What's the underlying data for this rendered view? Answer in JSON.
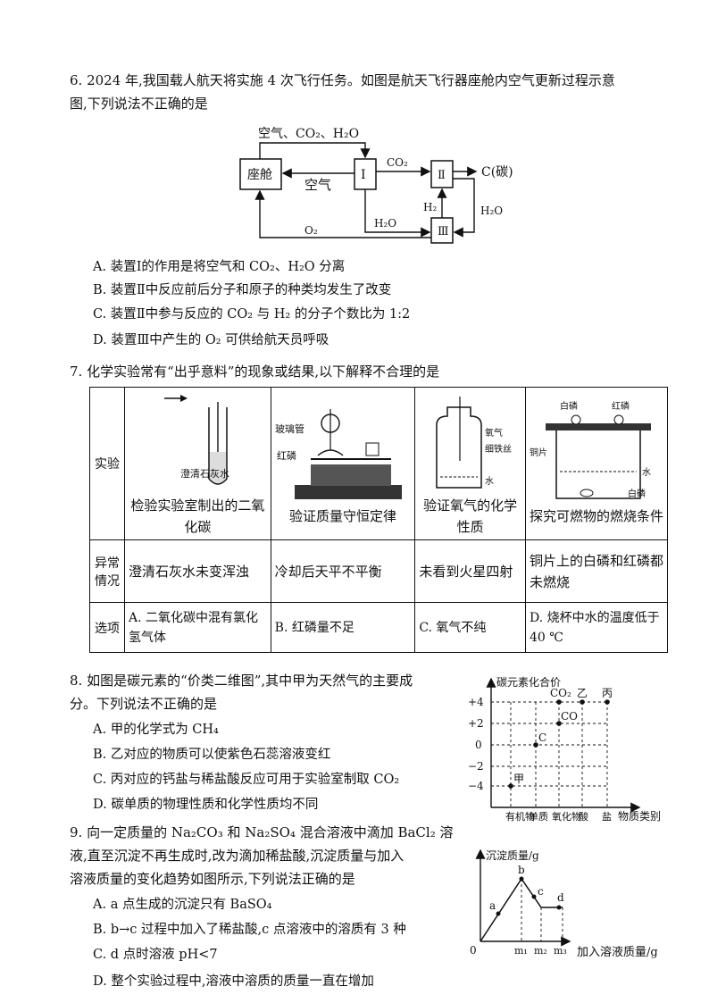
{
  "q6": {
    "stem_line1": "6. 2024 年,我国载人航天将实施 4 次飞行任务。如图是航天飞行器座舱内空气更新过程示意",
    "stem_line2": "图,下列说法不正确的是",
    "diagram": {
      "top_label": "空气、CO₂、H₂O",
      "cabin": "座舱",
      "device1": "Ⅰ",
      "device2": "Ⅱ",
      "device3": "Ⅲ",
      "air": "空气",
      "co2": "CO₂",
      "carbon": "C(碳)",
      "h2": "H₂",
      "h2o_left": "H₂O",
      "h2o_right": "H₂O",
      "o2": "O₂"
    },
    "options": [
      "A. 装置Ⅰ的作用是将空气和 CO₂、H₂O 分离",
      "B. 装置Ⅱ中反应前后分子和原子的种类均发生了改变",
      "C. 装置Ⅱ中参与反应的 CO₂ 与 H₂ 的分子个数比为 1:2",
      "D. 装置Ⅲ中产生的 O₂ 可供给航天员呼吸"
    ]
  },
  "q7": {
    "stem": "7. 化学实验常有“出乎意料”的现象或结果,以下解释不合理的是",
    "row_labels": [
      "实验",
      "异常情况",
      "选项"
    ],
    "figure_labels": {
      "limewater": "澄清石灰水",
      "glass_tube": "玻璃管",
      "red_p": "红磷",
      "oxygen": "氧气",
      "iron_wire": "细铁丝",
      "water": "水",
      "white_p": "白磷",
      "red_p2": "红磷",
      "copper": "铜片",
      "water2": "水",
      "white_p2": "白磷"
    },
    "experiments": [
      "检验实验室制出的二氧化碳",
      "验证质量守恒定律",
      "验证氧气的化学性质",
      "探究可燃物的燃烧条件"
    ],
    "anomalies": [
      "澄清石灰水未变浑浊",
      "冷却后天平不平衡",
      "未看到火星四射",
      "铜片上的白磷和红磷都未燃烧"
    ],
    "choices": [
      "A. 二氧化碳中混有氯化氢气体",
      "B. 红磷量不足",
      "C. 氧气不纯",
      "D. 烧杯中水的温度低于 40 ℃"
    ]
  },
  "q8": {
    "stem_line1": "8. 如图是碳元素的“价类二维图”,其中甲为天然气的主要成",
    "stem_line2": "分。下列说法不正确的是",
    "options": [
      "A. 甲的化学式为 CH₄",
      "B. 乙对应的物质可以使紫色石蕊溶液变红",
      "C. 丙对应的钙盐与稀盐酸反应可用于实验室制取 CO₂",
      "D. 碳单质的物理性质和化学性质均不同"
    ],
    "chart": {
      "ylabel": "碳元素化合价",
      "xlabel": "物质类别",
      "y_ticks": [
        "+4",
        "+2",
        "0",
        "−2",
        "−4"
      ],
      "x_ticks": [
        "有机物",
        "单质",
        "氧化物",
        "酸",
        "盐"
      ],
      "points": [
        "甲",
        "C",
        "CO",
        "CO₂",
        "乙",
        "丙"
      ]
    }
  },
  "q9": {
    "stem_line1": "9. 向一定质量的 Na₂CO₃ 和 Na₂SO₄ 混合溶液中滴加 BaCl₂ 溶",
    "stem_line2": "液,直至沉淀不再生成时,改为滴加稀盐酸,沉淀质量与加入",
    "stem_line3": "溶液质量的变化趋势如图所示,下列说法正确的是",
    "options": [
      "A. a 点生成的沉淀只有 BaSO₄",
      "B. b→c 过程中加入了稀盐酸,c 点溶液中的溶质有 3 种",
      "C. d 点时溶液 pH<7",
      "D. 整个实验过程中,溶液中溶质的质量一直在增加"
    ],
    "chart": {
      "ylabel": "沉淀质量/g",
      "xlabel": "加入溶液质量/g",
      "origin": "0",
      "x_ticks": [
        "m₁",
        "m₂",
        "m₃"
      ],
      "points": [
        "a",
        "b",
        "c",
        "d"
      ]
    }
  }
}
